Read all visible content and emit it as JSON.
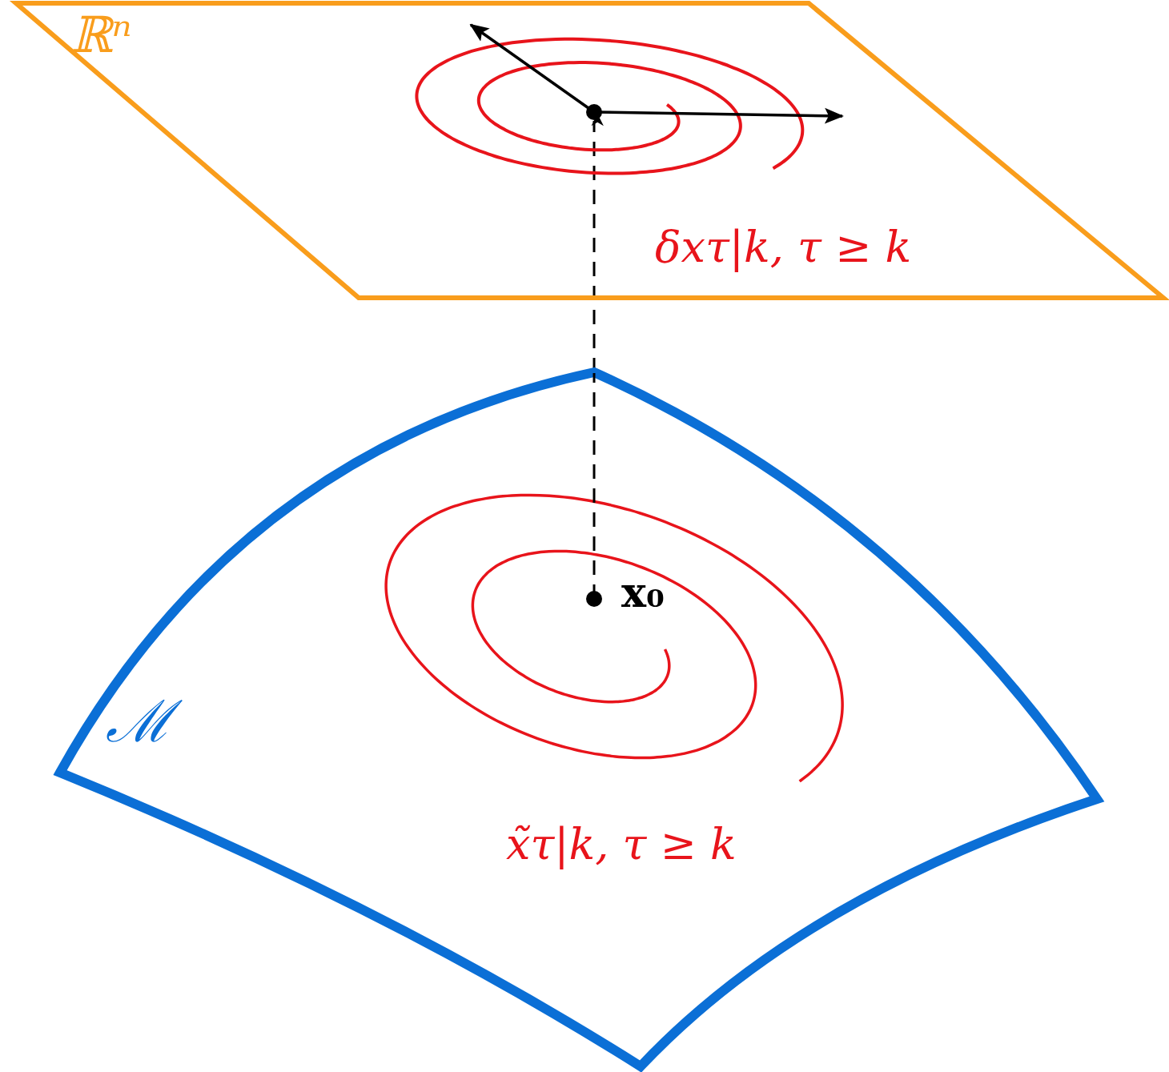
{
  "diagram": {
    "nodes": [
      {
        "text": [
          "ℝⁿ",
          "δxτ|k, τ ≥ k"
        ]
      },
      {
        "text": [
          "x₀",
          "ℳ",
          "x̃τ|k, τ ≥ k"
        ]
      }
    ],
    "edges": [
      {
        "from": 1,
        "to": 0,
        "arrow": "to"
      }
    ]
  }
}
